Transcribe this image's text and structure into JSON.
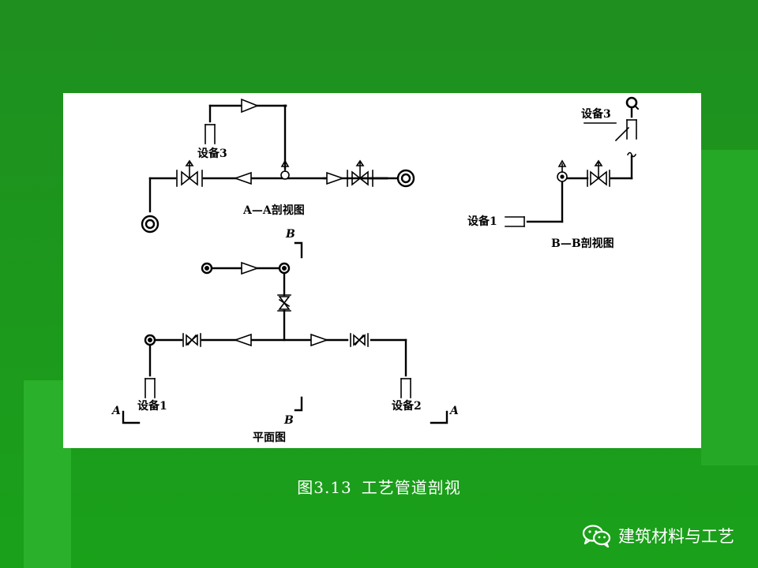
{
  "labels": {
    "aa_device3": "设备3",
    "aa_title": "A—A剖视图",
    "bb_mark_top": "B",
    "bb_mark_bottom": "B",
    "plan_device1": "设备1",
    "plan_device2": "设备2",
    "plan_a_left": "A",
    "plan_a_right": "A",
    "plan_title": "平面图",
    "bb_device3": "设备3",
    "bb_device1": "设备1",
    "bb_title": "B—B剖视图"
  },
  "caption": {
    "figure_no": "图3.13",
    "text": "工艺管道剖视"
  },
  "brand": {
    "name": "建筑材料与工艺",
    "icon": "wechat-icon"
  },
  "colors": {
    "background": "#1a9a1a",
    "panel": "#ffffff",
    "line": "#000000"
  }
}
